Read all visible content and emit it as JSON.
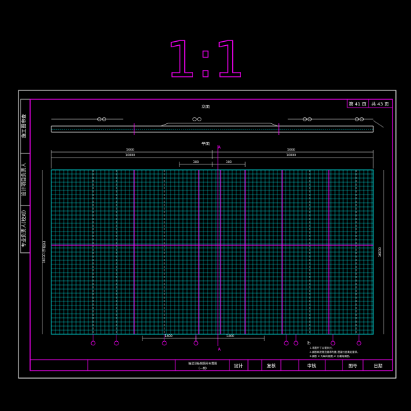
{
  "scale_label": "1:1",
  "sheet": {
    "page_no": "第 41 页",
    "page_total": "共 43 页"
  },
  "side_labels": [
    "施工图审查",
    "设计项目负责人",
    "专业负责人(校对)"
  ],
  "views": {
    "elevation_title": "立面",
    "plan_title": "平面",
    "section_mark": "A"
  },
  "dimensions": {
    "half_left": "5000",
    "half_right": "5000",
    "total_left": "10000",
    "total_right": "10000",
    "center_a": "300",
    "center_b": "300",
    "bottom_a": "1400",
    "bottom_b": "1400",
    "side_left": "16030 (节段长)",
    "side_right": "16030"
  },
  "notes": {
    "title": "注:",
    "lines": [
      "1.本图尺寸以毫米计。",
      "2.钢筋网按规范要求布置,搭接长度满足要求。",
      "3.钢筋 ① 为纵向钢筋,② 为横向钢筋。"
    ]
  },
  "title_block": {
    "drawing_title": "箱梁顶板钢筋网布置图",
    "drawing_subtitle": "(一期)",
    "design_label": "设计",
    "check_label": "复核",
    "review_label": "审核",
    "drawing_no_label": "图号",
    "date_label": "日期"
  },
  "colors": {
    "frame": "#ffffff",
    "border": "#ff00ff",
    "grid": "#00ffff",
    "dim": "#ffffff",
    "accent": "#ff00ff"
  }
}
